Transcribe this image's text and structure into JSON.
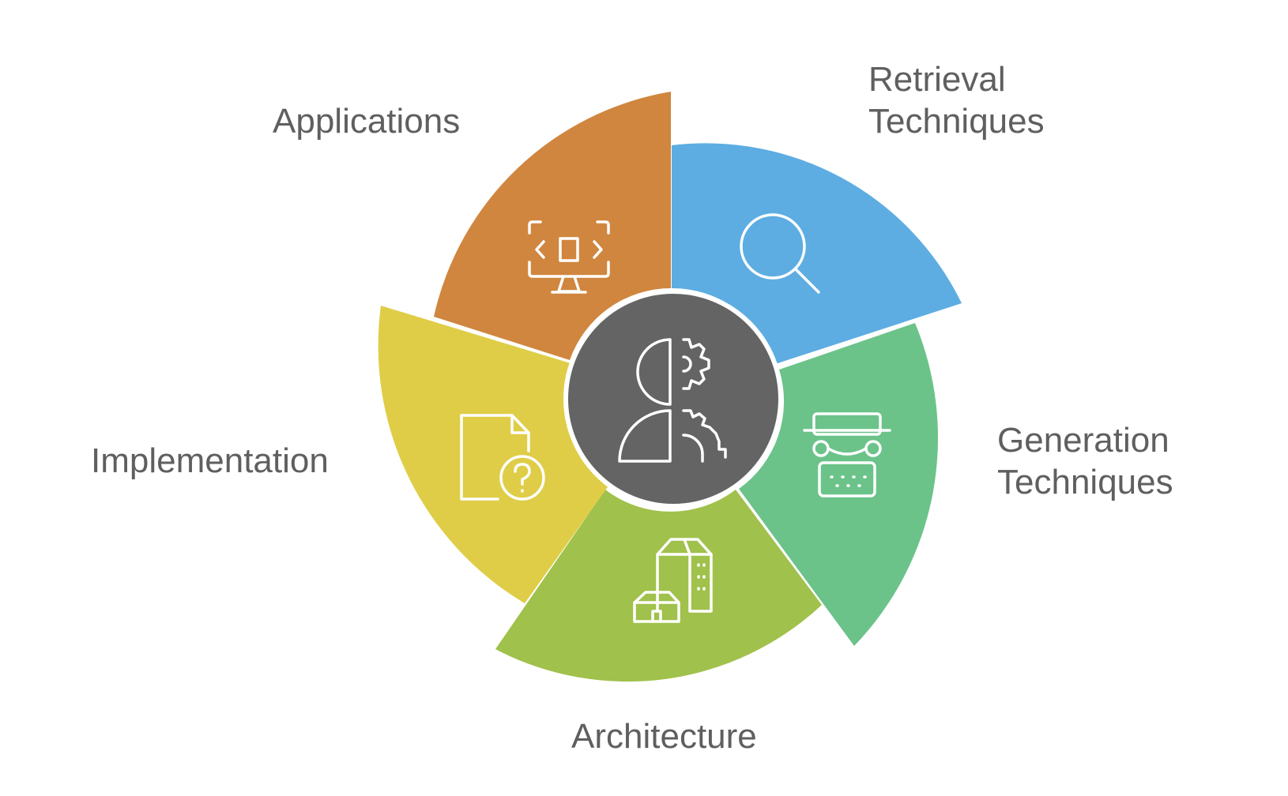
{
  "diagram": {
    "segments": [
      {
        "id": "retrieval",
        "label_lines": [
          "Retrieval",
          "Techniques"
        ],
        "color": "#5dade2",
        "icon": "magnifier-icon"
      },
      {
        "id": "generation",
        "label_lines": [
          "Generation",
          "Techniques"
        ],
        "color": "#6bc38a",
        "icon": "typewriter-icon"
      },
      {
        "id": "architecture",
        "label_lines": [
          "Architecture"
        ],
        "color": "#a0c14b",
        "icon": "buildings-icon"
      },
      {
        "id": "implementation",
        "label_lines": [
          "Implementation"
        ],
        "color": "#dfcd47",
        "icon": "document-question-icon"
      },
      {
        "id": "applications",
        "label_lines": [
          "Applications"
        ],
        "color": "#d0863f",
        "icon": "monitor-code-icon"
      }
    ],
    "center": {
      "color": "#646464",
      "icon": "human-gear-icon"
    },
    "label_color": "#5f5f5f"
  }
}
